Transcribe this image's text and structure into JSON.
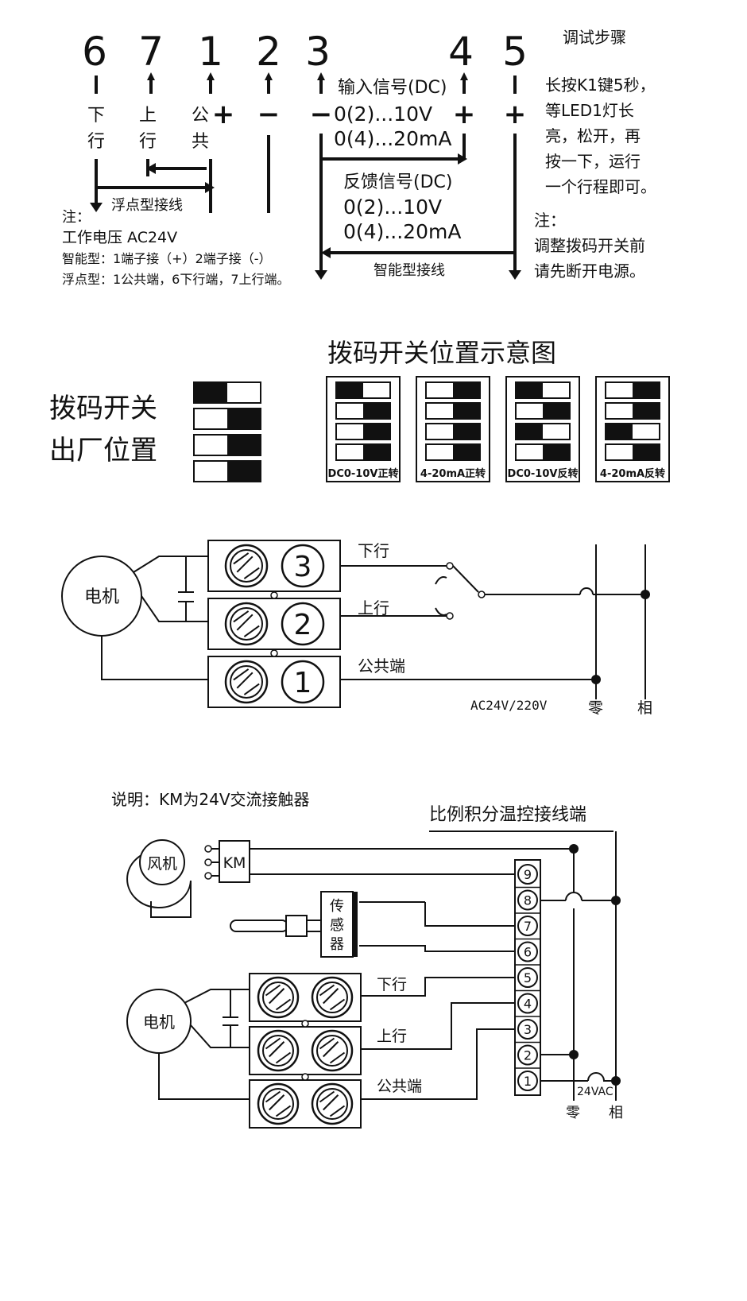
{
  "top": {
    "numbers": [
      "6",
      "7",
      "1",
      "2",
      "3",
      "4",
      "5"
    ],
    "col6": [
      "下",
      "行"
    ],
    "col7": [
      "上",
      "行"
    ],
    "col1": [
      "公",
      "共"
    ],
    "plus": "+",
    "minus": "−",
    "input_title": "输入信号(DC)",
    "input_v": "0(2)...10V",
    "input_ma": "0(4)...20mA",
    "feedback_title": "反馈信号(DC)",
    "feedback_v": "0(2)...10V",
    "feedback_ma": "0(4)...20mA",
    "float_label": "浮点型接线",
    "smart_label": "智能型接线",
    "note_left": [
      "注：",
      "工作电压  AC24V",
      "智能型：1端子接（+）2端子接（-）",
      "浮点型：1公共端，6下行端，7上行端。"
    ],
    "debug_title": "调试步骤",
    "debug_lines": [
      "长按K1键5秒，",
      "等LED1灯长",
      "亮，松开，再",
      "按一下，运行",
      "一个行程即可。"
    ],
    "note_right": [
      "注：",
      "调整拨码开关前",
      "请先断开电源。"
    ]
  },
  "dip": {
    "heading": "拨码开关位置示意图",
    "factory": [
      "拨码开关",
      "出厂位置"
    ],
    "factory_states": [
      "L",
      "R",
      "R",
      "R"
    ],
    "boxes": [
      {
        "label": "DC0-10V正转",
        "states": [
          "L",
          "R",
          "R",
          "R"
        ]
      },
      {
        "label": "4-20mA正转",
        "states": [
          "R",
          "R",
          "R",
          "R"
        ]
      },
      {
        "label": "DC0-10V反转",
        "states": [
          "L",
          "R",
          "L",
          "R"
        ]
      },
      {
        "label": "4-20mA反转",
        "states": [
          "R",
          "R",
          "L",
          "R"
        ]
      }
    ]
  },
  "wiring1": {
    "motor": "电机",
    "terms": [
      "3",
      "2",
      "1"
    ],
    "down": "下行",
    "up": "上行",
    "common": "公共端",
    "supply": "AC24V/220V",
    "zero": "零",
    "phase": "相"
  },
  "wiring2": {
    "note": "说明：KM为24V交流接触器",
    "title": "比例积分温控接线端",
    "fan": "风机",
    "km": "KM",
    "sensor": [
      "传",
      "感",
      "器"
    ],
    "motor": "电机",
    "down": "下行",
    "up": "上行",
    "common": "公共端",
    "terms": [
      "9",
      "8",
      "7",
      "6",
      "5",
      "4",
      "3",
      "2",
      "1"
    ],
    "v24": "24VAC",
    "zero": "零",
    "phase": "相"
  }
}
